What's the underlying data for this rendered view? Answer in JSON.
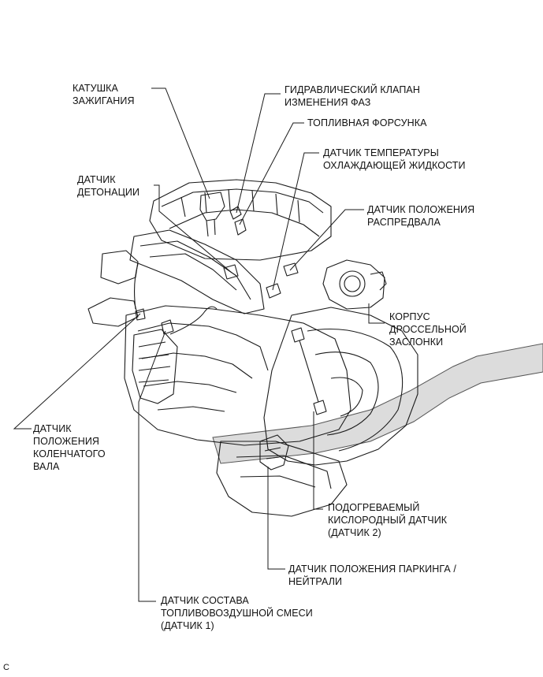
{
  "labels": {
    "ignition_coil": [
      "КАТУШКА",
      "ЗАЖИГАНИЯ"
    ],
    "vvt_oil_control_valve": [
      "ГИДРАВЛИЧЕСКИЙ КЛАПАН",
      "ИЗМЕНЕНИЯ ФАЗ"
    ],
    "fuel_injector": [
      "ТОПЛИВНАЯ ФОРСУНКА"
    ],
    "coolant_temp_sensor": [
      "ДАТЧИК ТЕМПЕРАТУРЫ",
      "ОХЛАЖДАЮЩЕЙ ЖИДКОСТИ"
    ],
    "knock_sensor": [
      "ДАТЧИК",
      "ДЕТОНАЦИИ"
    ],
    "camshaft_position_sensor": [
      "ДАТЧИК ПОЛОЖЕНИЯ",
      "РАСПРЕДВАЛА"
    ],
    "throttle_body": [
      "КОРПУС",
      "ДРОССЕЛЬНОЙ",
      "ЗАСЛОНКИ"
    ],
    "crankshaft_position_sensor": [
      "ДАТЧИК",
      "ПОЛОЖЕНИЯ",
      "КОЛЕНЧАТОГО",
      "ВАЛА"
    ],
    "heated_oxygen_sensor": [
      "ПОДОГРЕВАЕМЫЙ",
      "КИСЛОРОДНЫЙ ДАТЧИК",
      "(ДАТЧИК 2)"
    ],
    "park_neutral_position_switch": [
      "ДАТЧИК ПОЛОЖЕНИЯ ПАРКИНГА /",
      "НЕЙТРАЛИ"
    ],
    "air_fuel_ratio_sensor": [
      "ДАТЧИК СОСТАВА",
      "ТОПЛИВОВОЗДУШНОЙ СМЕСИ",
      "(ДАТЧИК 1)"
    ]
  },
  "figure_code": "C",
  "colors": {
    "ink": "#111111",
    "frame": "#1a1a1a",
    "strip": "#dcdcdc"
  }
}
